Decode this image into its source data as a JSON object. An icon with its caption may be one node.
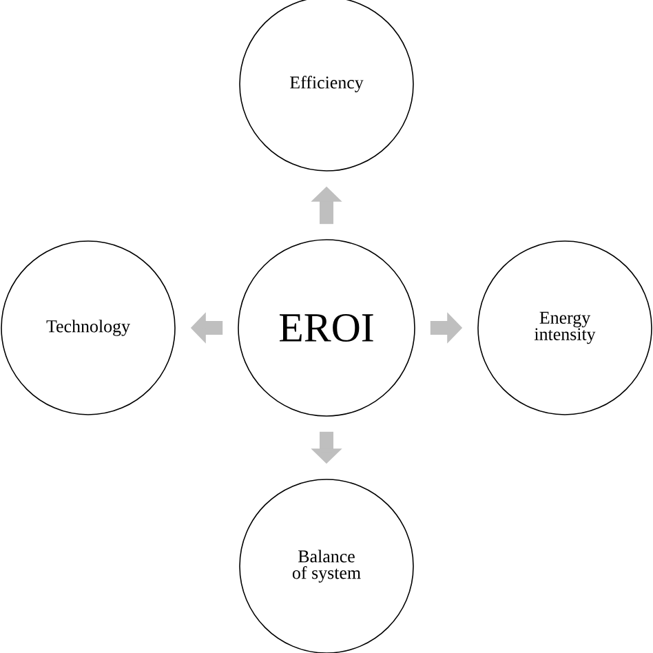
{
  "diagram": {
    "nodes": [
      {
        "text": [
          "Efficiency"
        ]
      },
      {
        "text": [
          "Technology"
        ]
      },
      {
        "text": [
          "EROI"
        ]
      },
      {
        "text": [
          "Energy intensity"
        ]
      },
      {
        "text": [
          "Balance of system"
        ]
      }
    ],
    "edges": [
      {
        "from": 2,
        "to": 0,
        "arrow": "to"
      },
      {
        "from": 2,
        "to": 1,
        "arrow": "to"
      },
      {
        "from": 2,
        "to": 3,
        "arrow": "to"
      },
      {
        "from": 2,
        "to": 4,
        "arrow": "to"
      }
    ]
  }
}
